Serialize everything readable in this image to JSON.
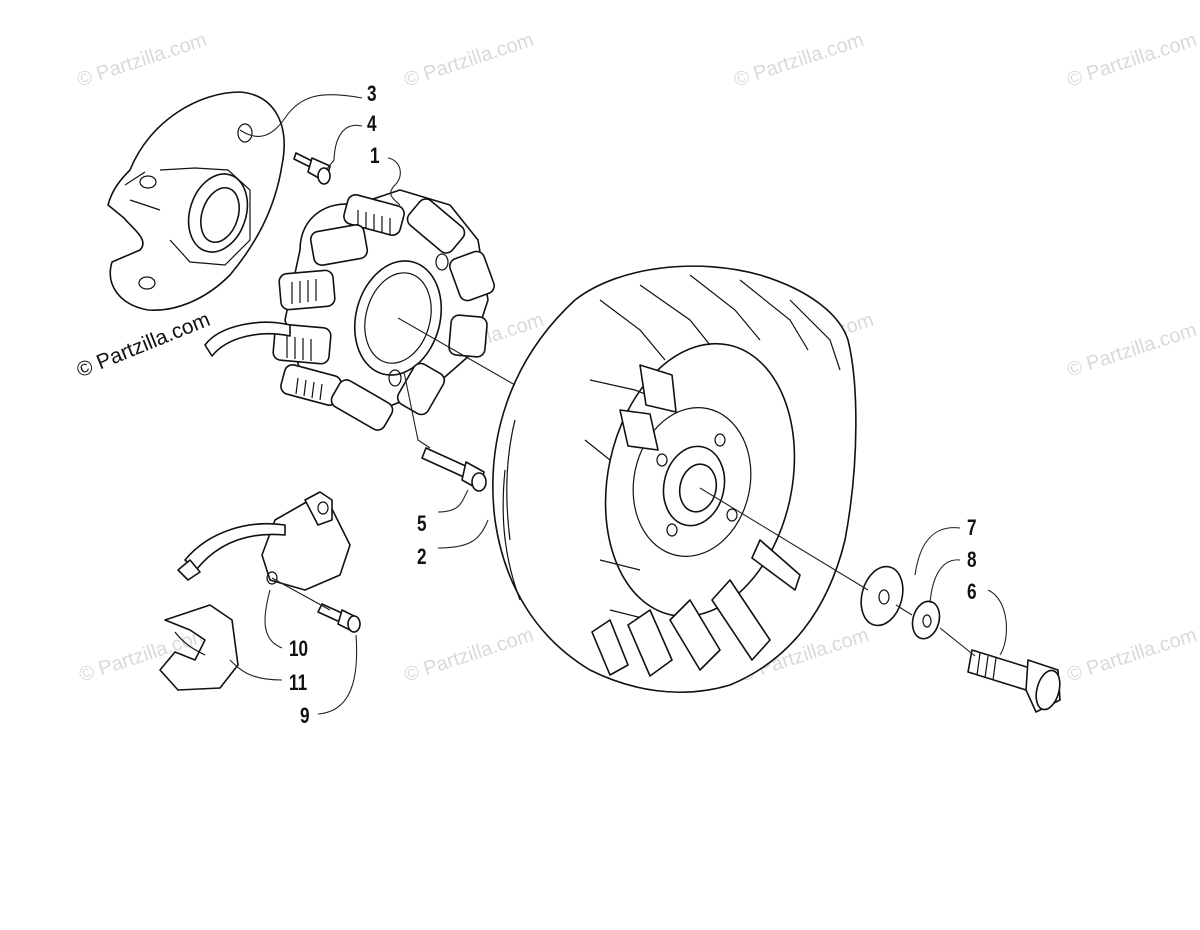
{
  "watermarks": {
    "text": "© Partzilla.com",
    "main_text": "© Partzilla.com"
  },
  "callouts": {
    "c1": "1",
    "c2": "2",
    "c3": "3",
    "c4": "4",
    "c5": "5",
    "c6": "6",
    "c7": "7",
    "c8": "8",
    "c9": "9",
    "c10": "10",
    "c11": "11"
  }
}
